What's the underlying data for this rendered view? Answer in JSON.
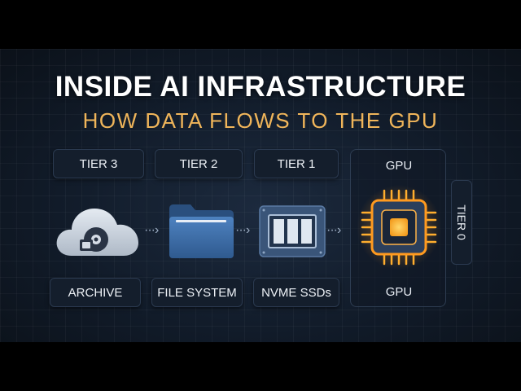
{
  "title": "INSIDE AI INFRASTRUCTURE",
  "subtitle": "HOW DATA FLOWS TO THE GPU",
  "tiers": {
    "tier3": "TIER 3",
    "tier2": "TIER 2",
    "tier1": "TIER 1",
    "tier0": "TIER 0"
  },
  "labels": {
    "archive": "ARCHIVE",
    "file_system": "FILE SYSTEM",
    "nvme": "NVME SSDs",
    "gpu_top": "GPU",
    "gpu_bottom": "GPU"
  },
  "icons": {
    "archive": "cloud-disk-icon",
    "file_system": "folder-icon",
    "nvme": "ssd-icon",
    "gpu": "gpu-chip-icon"
  },
  "colors": {
    "accent": "#f0b55a",
    "gpu_glow": "#ff9a1f",
    "folder": "#3f6fa9"
  }
}
